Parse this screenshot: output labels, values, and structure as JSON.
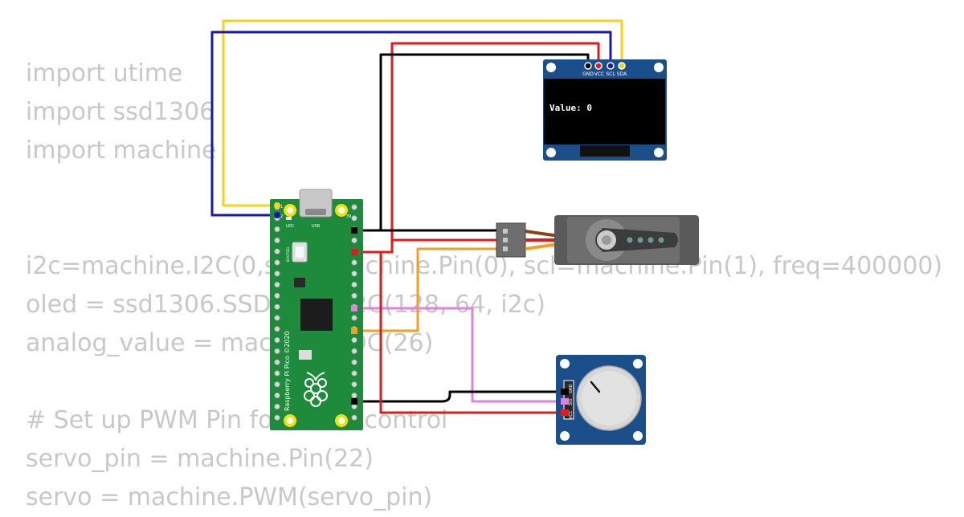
{
  "code_lines": [
    "import utime",
    "import ssd1306",
    "import machine",
    "",
    "",
    "i2c=machine.I2C(0,sda=machine.Pin(0), scl=machine.Pin(1), freq=400000)",
    "oled = ssd1306.SSD1306_I2C(128, 64, i2c)",
    "analog_value = machine.ADC(26)",
    "",
    "# Set up PWM Pin for servo control",
    "servo_pin = machine.Pin(22)",
    "servo = machine.PWM(servo_pin)"
  ],
  "oled": {
    "pins": [
      "GND",
      "VCC",
      "SCL",
      "SDA"
    ],
    "screen_text": "Value: 0"
  },
  "pico": {
    "usb_label": "USB",
    "led_label": "LED",
    "bootsel_label": "BOOTSEL",
    "board_text": "Raspberry Pi Pico ©2020",
    "pin1_label": "1",
    "pin2_label": "2",
    "pin39_label": "39"
  },
  "potentiometer": {
    "pins": [
      "VCC",
      "SIG",
      "GND"
    ]
  },
  "colors": {
    "wire_gnd": "#000000",
    "wire_vcc": "#e01b1b",
    "wire_scl": "#1a1aaa",
    "wire_sda": "#f5d21c",
    "wire_signal_servo": "#f0a020",
    "wire_signal_pot": "#e080e0",
    "pico_board": "#1e8a3c",
    "oled_board": "#1b4f8c",
    "pot_board": "#1b4f8c",
    "servo_body": "#5a5a5a"
  }
}
